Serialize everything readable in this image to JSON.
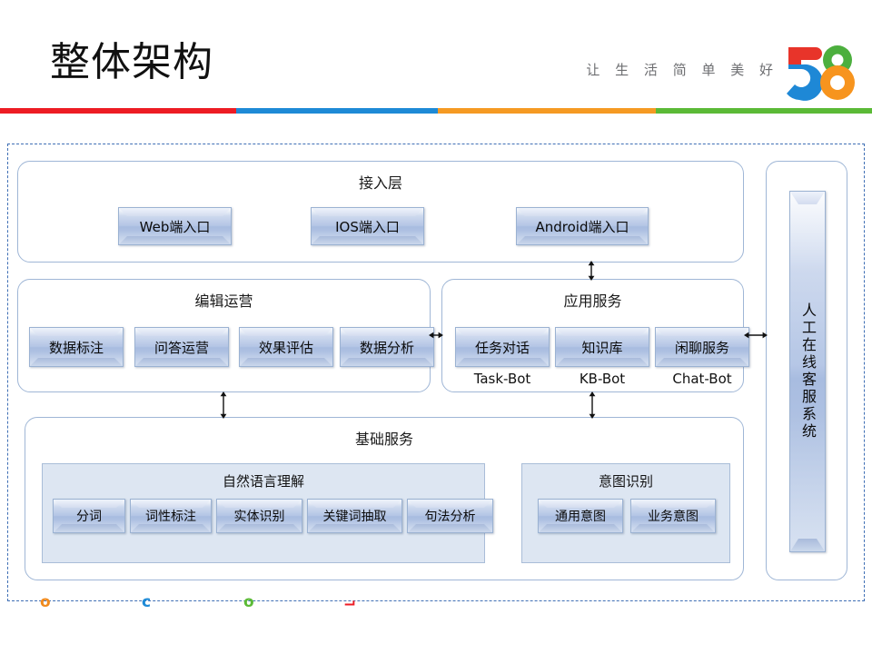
{
  "header": {
    "title": "整体架构",
    "tagline": "让 生 活 简 单 美 好",
    "logo_name": "58-logo",
    "rule_colors": [
      "#ed1c24",
      "#1e8ad6",
      "#f59a23",
      "#5bba36"
    ]
  },
  "diagram": {
    "access_layer": {
      "title": "接入层",
      "nodes": [
        {
          "label": "Web端入口"
        },
        {
          "label": "IOS端入口"
        },
        {
          "label": "Android端入口"
        }
      ]
    },
    "editorial_ops": {
      "title": "编辑运营",
      "nodes": [
        {
          "label": "数据标注"
        },
        {
          "label": "问答运营"
        },
        {
          "label": "效果评估"
        },
        {
          "label": "数据分析"
        }
      ]
    },
    "app_services": {
      "title": "应用服务",
      "nodes": [
        {
          "label": "任务对话",
          "caption": "Task-Bot"
        },
        {
          "label": "知识库",
          "caption": "KB-Bot"
        },
        {
          "label": "闲聊服务",
          "caption": "Chat-Bot"
        }
      ]
    },
    "basic_services": {
      "title": "基础服务",
      "nlu": {
        "title": "自然语言理解",
        "nodes": [
          {
            "label": "分词"
          },
          {
            "label": "词性标注"
          },
          {
            "label": "实体识别"
          },
          {
            "label": "关键词抽取"
          },
          {
            "label": "句法分析"
          }
        ]
      },
      "intent": {
        "title": "意图识别",
        "nodes": [
          {
            "label": "通用意图"
          },
          {
            "label": "业务意图"
          }
        ]
      }
    },
    "human_service": {
      "label": "人工在线客服系统"
    },
    "arrow_name": "double-headed-arrow"
  },
  "footer": {
    "marks": [
      {
        "glyph": "o",
        "color": "#f08a1e"
      },
      {
        "glyph": "c",
        "color": "#1e8ad6"
      },
      {
        "glyph": "o",
        "color": "#5bba36"
      },
      {
        "glyph": "⌐",
        "color": "#ed1c24"
      }
    ]
  }
}
